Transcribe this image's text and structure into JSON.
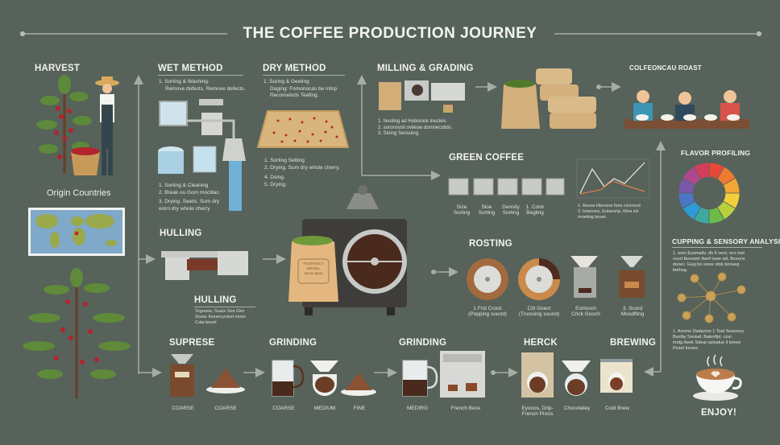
{
  "title": "THE COFFEE PRODUCTION JOURNEY",
  "harvest": {
    "heading": "HARVEST",
    "origin_label": "Origin Countries"
  },
  "wet_method": {
    "heading": "WET METHOD",
    "top_text": [
      "1. Sorting & Washing:",
      "Remove defects.  Remove defects."
    ],
    "bottom_text": [
      "1. Sorting & Cleaning",
      "2. Break ou Gom moclitac.",
      "3. Drying. Swets. Sum dry",
      "worn dry whole cherry"
    ]
  },
  "dry_method": {
    "heading": "DRY METHOD",
    "top_text": [
      "1. Suring & Geeting",
      "Duging: Fomonocas be intop",
      "Recomelods Teafing."
    ],
    "bottom_text": [
      "1. Sorting Setting",
      "2. Drying. Sum dry whole cherry.",
      "4. Dsing.",
      "5. Drying."
    ]
  },
  "milling": {
    "heading": "MILLING & GRADING",
    "text": [
      "1. Nuoting ad Hoborock lnecleis",
      "2. soronovsit ovilesw domnecstids.",
      "3. Sloing Sensuing."
    ]
  },
  "cupping_roast": {
    "heading": "COLFEONCAU ROAST"
  },
  "green_coffee": {
    "heading": "GREEN COFFEE",
    "stations": [
      [
        "Size",
        "Sorting"
      ],
      [
        "Sloe",
        "Sorting"
      ],
      [
        "Density",
        "Sorting"
      ],
      [
        "1. Color",
        "Begling"
      ]
    ],
    "chart_text": [
      "1. Aeuns Hlenone fons clverood",
      "2. tosenres, Eutsesnp, Klea ed",
      "moeting beset."
    ]
  },
  "flavor": {
    "heading": "FLAVOR PROFILING",
    "wheel_colors": [
      "#e8483a",
      "#ef7b33",
      "#f4a632",
      "#f2cf3a",
      "#b9cf3d",
      "#6dbb49",
      "#3fa9a0",
      "#2f9bd6",
      "#4a77c4",
      "#7a58a8",
      "#b0478e",
      "#d63d5c"
    ]
  },
  "cupping": {
    "heading": "CUPPING & SENSORY ANALYSIS",
    "text_top": [
      "1. oom Eusmatls: dh 6 oent, ocs tost",
      "nsort tboowsh ilwof towe wit, Bveens",
      "dooec. Easj bo sioee idok bonseg",
      "betheg."
    ],
    "text_bottom": [
      "1. Anoms Dadacion 1 Toat Sesssory",
      "Bsolby Seniad, Balenfipt. cosi:",
      "Imdg Aeek Sdeat opisatue il lomse",
      "Poset bnoes."
    ]
  },
  "hulling": {
    "heading": "HULLING",
    "heading2": "HULLING",
    "text": [
      "Tegnooo, Susor Ses Glor",
      "Sowa: ihsrsecyclsel mosn",
      "Cota beset"
    ],
    "bag_text": [
      "FOORASCY",
      "BRASIL",
      "sacos ppos"
    ]
  },
  "roasting": {
    "heading": "ROSTING",
    "items": [
      [
        "1 Frst Crock",
        "(Popping sound)"
      ],
      [
        "Citt Goect",
        "(Tnossing sound)"
      ],
      [
        "Eorlooch",
        "Crick Gooch"
      ],
      [
        "3. Scord",
        "Moodfting"
      ]
    ]
  },
  "suprese": {
    "heading": "SUPRESE",
    "labels": [
      "COARSE",
      "COARSE"
    ]
  },
  "grinding1": {
    "heading": "GRINDING",
    "labels": [
      "COARSE",
      "MEDIUM",
      "FINE"
    ]
  },
  "grinding2": {
    "heading": "GRINDING",
    "labels": [
      "MEDIRG",
      "French Bess"
    ]
  },
  "herck": {
    "heading": "HERCK",
    "labels": [
      [
        "Eyooos, Drip-",
        "French Press"
      ],
      [
        "Chocolatey"
      ]
    ]
  },
  "brewing": {
    "heading": "BREWING",
    "labels": [
      "Cold Brew"
    ]
  },
  "enjoy": {
    "label": "ENJOY!"
  }
}
